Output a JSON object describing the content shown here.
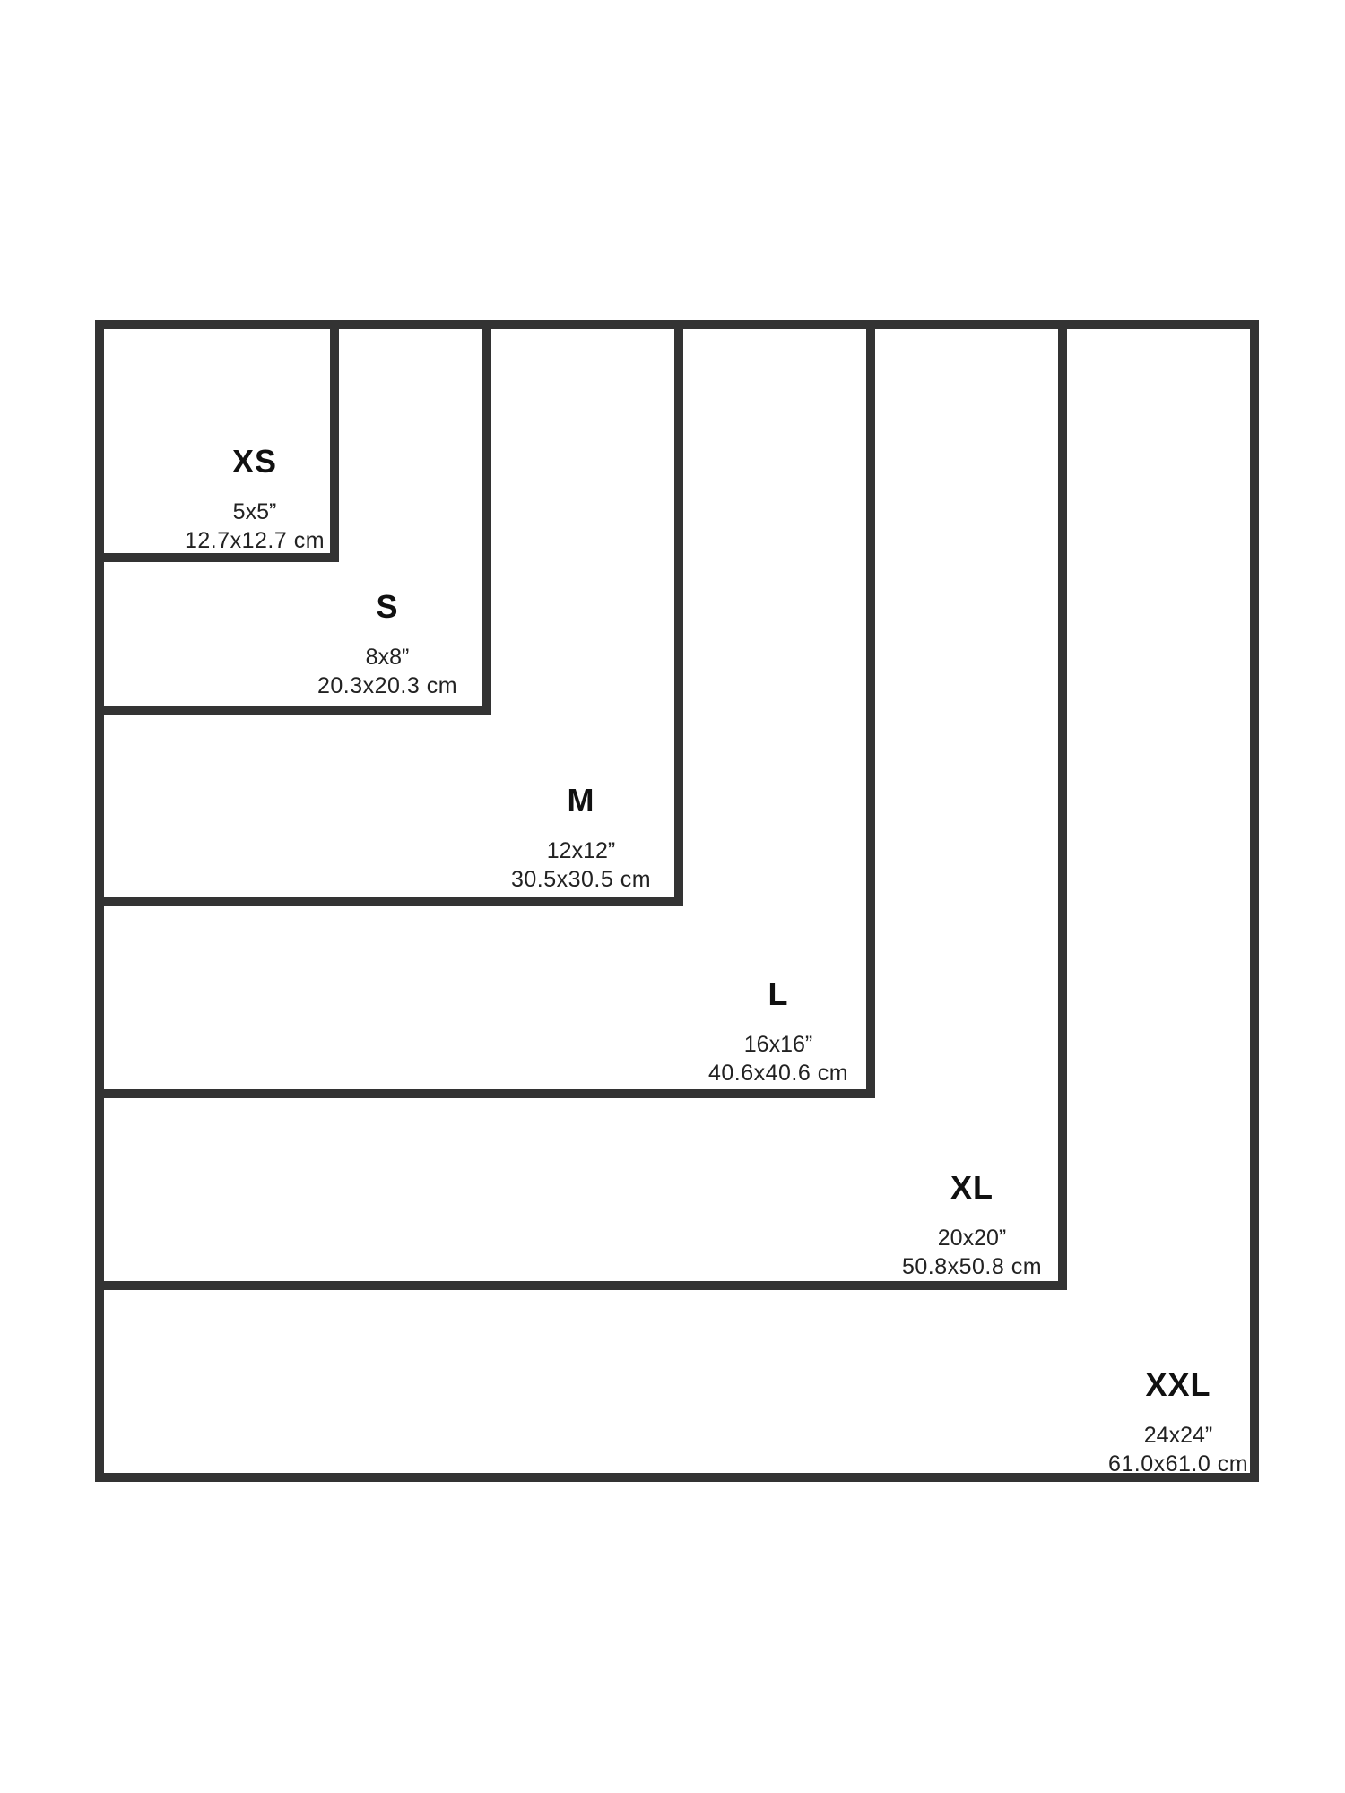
{
  "sizes": [
    {
      "name": "XS",
      "inches": "5x5”",
      "cm": "12.7x12.7 cm"
    },
    {
      "name": "S",
      "inches": "8x8”",
      "cm": "20.3x20.3 cm"
    },
    {
      "name": "M",
      "inches": "12x12”",
      "cm": "30.5x30.5 cm"
    },
    {
      "name": "L",
      "inches": "16x16”",
      "cm": "40.6x40.6 cm"
    },
    {
      "name": "XL",
      "inches": "20x20”",
      "cm": "50.8x50.8 cm"
    },
    {
      "name": "XXL",
      "inches": "24x24”",
      "cm": "61.0x61.0 cm"
    }
  ],
  "colors": {
    "border": "#333333",
    "text": "#111111",
    "background": "#ffffff"
  }
}
